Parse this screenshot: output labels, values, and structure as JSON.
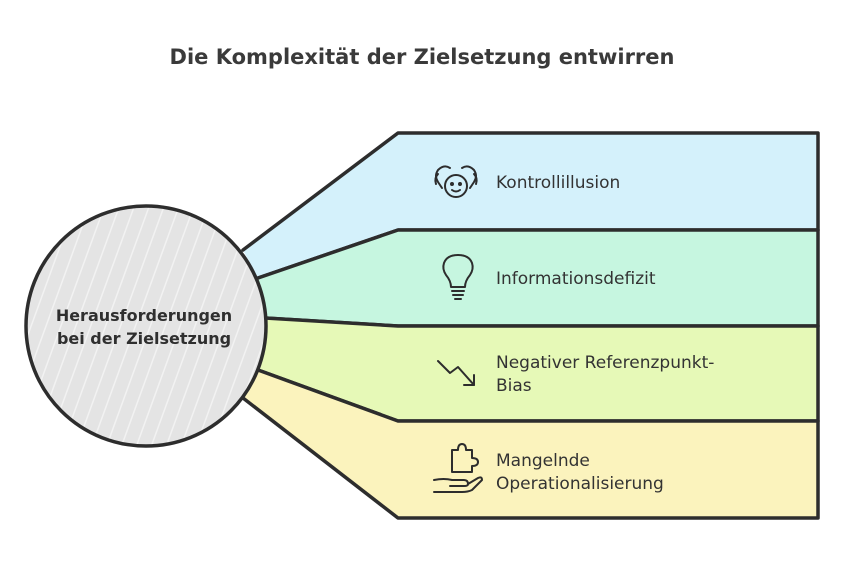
{
  "title": "Die Komplexität der Zielsetzung entwirren",
  "center": {
    "line1": "Herausforderungen",
    "line2": "bei der Zielsetzung"
  },
  "items": [
    {
      "line1": "Kontrollillusion",
      "line2": "",
      "icon": "hands-over-face-icon",
      "color": "#d4f1fb"
    },
    {
      "line1": "Informationsdefizit",
      "line2": "",
      "icon": "lightbulb-icon",
      "color": "#c6f6e0"
    },
    {
      "line1": "Negativer Referenzpunkt-",
      "line2": "Bias",
      "icon": "downward-trend-arrow-icon",
      "color": "#e6f9b7"
    },
    {
      "line1": "Mangelnde",
      "line2": "Operationalisierung",
      "icon": "puzzle-hand-icon",
      "color": "#fbf3bd"
    }
  ]
}
